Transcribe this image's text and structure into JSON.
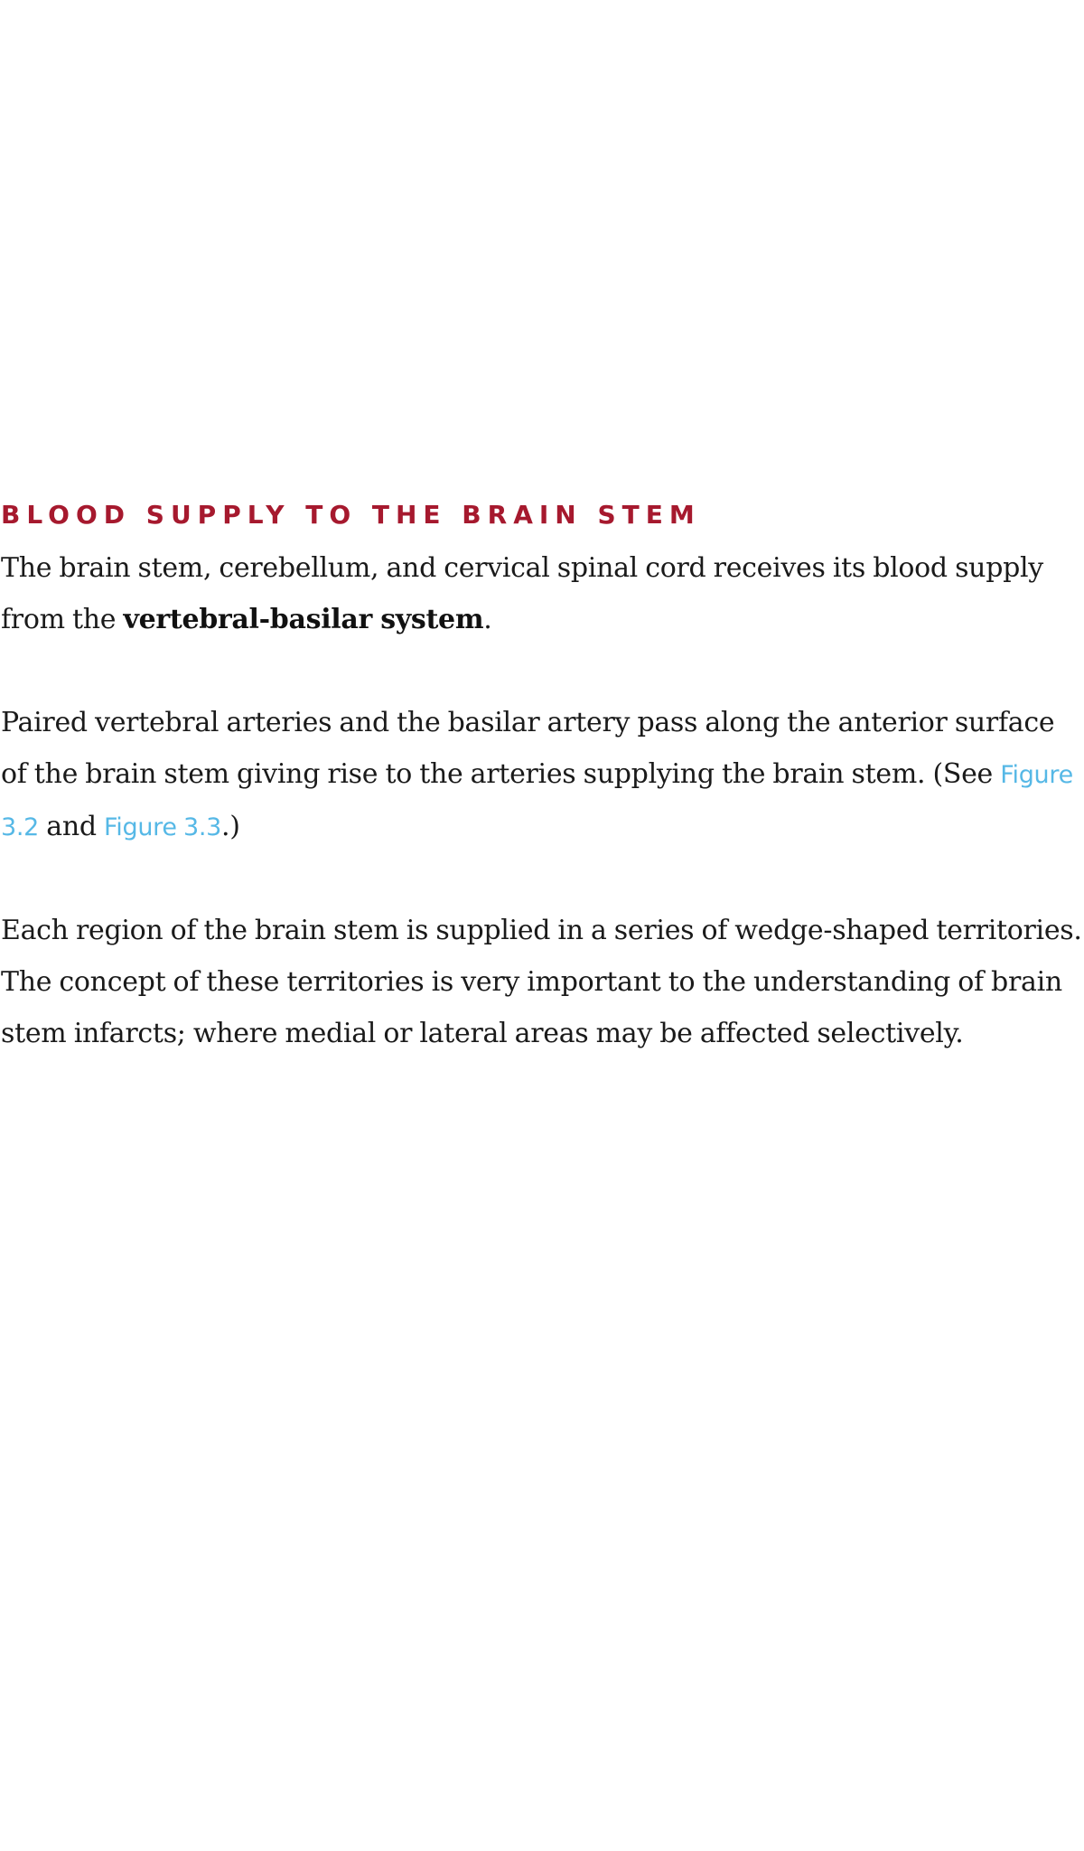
{
  "section": {
    "heading": "Blood Supply to the Brain Stem"
  },
  "paragraphs": {
    "p1_text_a": "The brain stem, cerebellum, and cervical spinal cord receives its blood supply from the ",
    "p1_bold": "vertebral-basilar system",
    "p1_text_b": ".",
    "p2_text_a": "Paired vertebral arteries and the basilar artery pass along the anterior surface of the brain stem giving rise to the arteries supplying the brain stem. (See ",
    "p2_link1": "Figure 3.2",
    "p2_text_b": " and ",
    "p2_link2": "Figure 3.3",
    "p2_text_c": ".)",
    "p3_text": "Each region of the brain stem is supplied in a series of wedge-shaped territories. The concept of these territories is very important to the understanding of brain stem infarcts; where medial or lateral areas may be affected selectively."
  },
  "colors": {
    "heading": "#a6192e",
    "link": "#56b8e6",
    "body_text": "#1a1a1a"
  }
}
